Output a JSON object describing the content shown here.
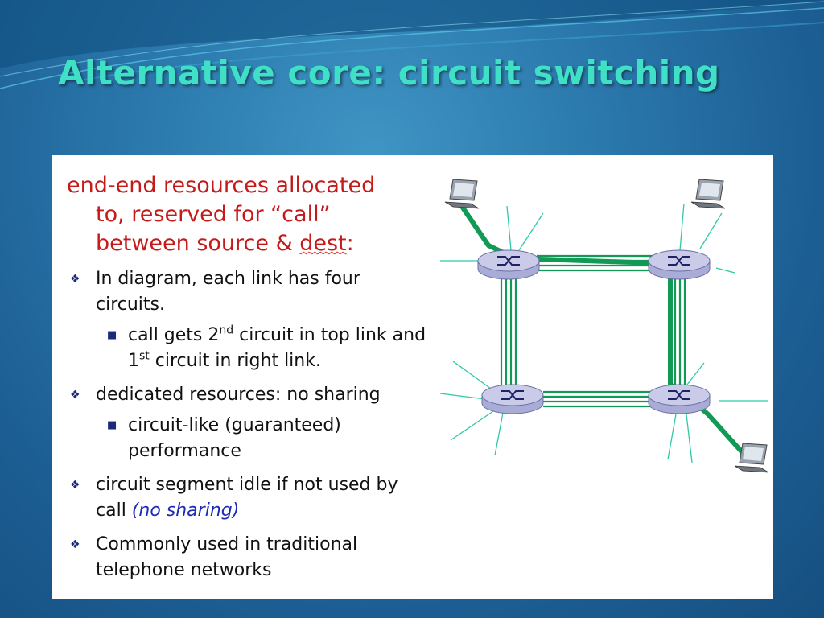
{
  "slide": {
    "title": "Alternative core: circuit switching"
  },
  "content": {
    "intro_line1": "end-end resources allocated",
    "intro_line2_pre": "to, reserved for “call”",
    "intro_line3_pre": "between source & ",
    "intro_line3_word": "dest",
    "intro_line3_post": ":",
    "bullets": [
      {
        "text": "In diagram, each link has four circuits."
      },
      {
        "text_part1": "call gets 2",
        "sup1": "nd",
        "text_part2": " circuit in top link and 1",
        "sup2": "st",
        "text_part3": " circuit in right link."
      },
      {
        "text": "dedicated resources: no sharing"
      },
      {
        "text": "circuit-like (guaranteed) performance"
      },
      {
        "text_pre": "circuit segment idle if not used by call ",
        "text_italic": "(no sharing)"
      },
      {
        "text": "Commonly used in traditional telephone networks"
      }
    ]
  },
  "diagram": {
    "routers": 4,
    "circuits_per_link": 4,
    "hosts": 3,
    "colors": {
      "link": "#119955",
      "stub": "#2ec9a8",
      "router_fill": "#c9cbe8",
      "router_stroke": "#6b6fa3"
    }
  },
  "colors": {
    "title": "#3fe0c6",
    "intro": "#c41a1a",
    "emphasis": "#1c2bb5"
  }
}
